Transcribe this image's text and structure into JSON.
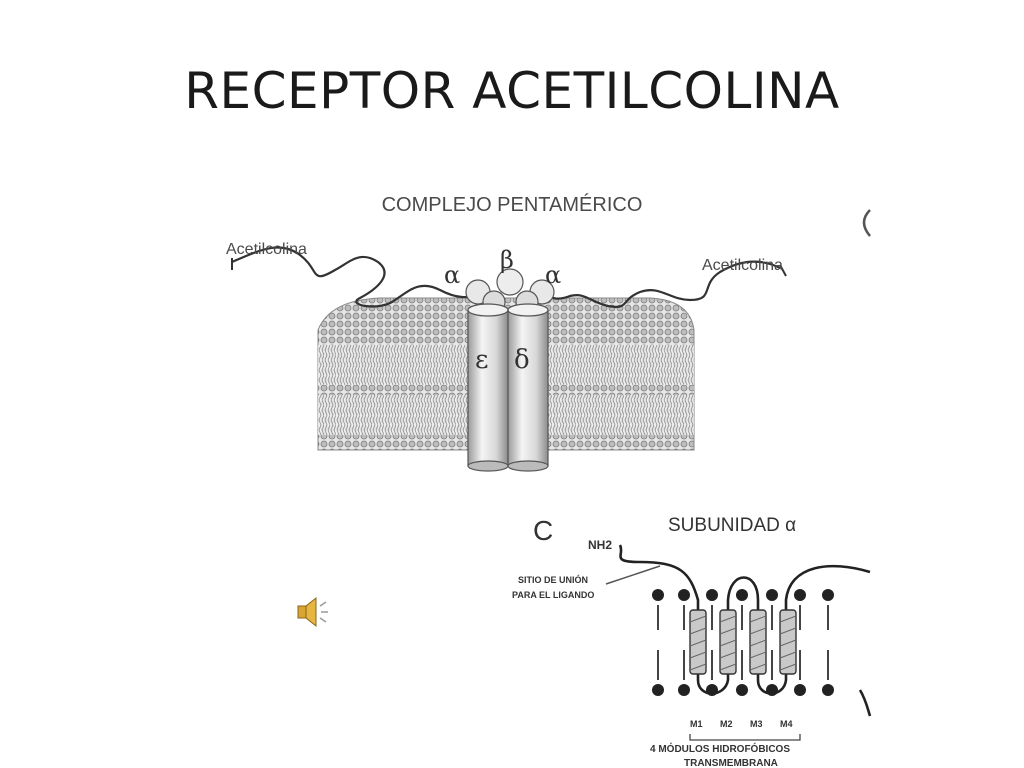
{
  "slide": {
    "title": "RECEPTOR ACETILCOLINA"
  },
  "top_diagram": {
    "title": "COMPLEJO PENTAMÉRICO",
    "ligand_left": "Acetilcolina",
    "ligand_right": "Acetilcolina",
    "subunits": {
      "alpha_left": "α",
      "beta": "β",
      "alpha_right": "α",
      "epsilon": "ε",
      "delta": "δ"
    }
  },
  "bottom_diagram": {
    "panel_letter": "C",
    "title": "SUBUNIDAD α",
    "nh2_label": "NH2",
    "binding_site_line1": "SITIO DE UNIÓN",
    "binding_site_line2": "PARA EL LIGANDO",
    "segments": [
      "M1",
      "M2",
      "M3",
      "M4"
    ],
    "caption_line1": "4 MÓDULOS HIDROFÓBICOS",
    "caption_line2": "TRANSMEMBRANA"
  },
  "audio": {
    "icon": "speaker-icon"
  }
}
